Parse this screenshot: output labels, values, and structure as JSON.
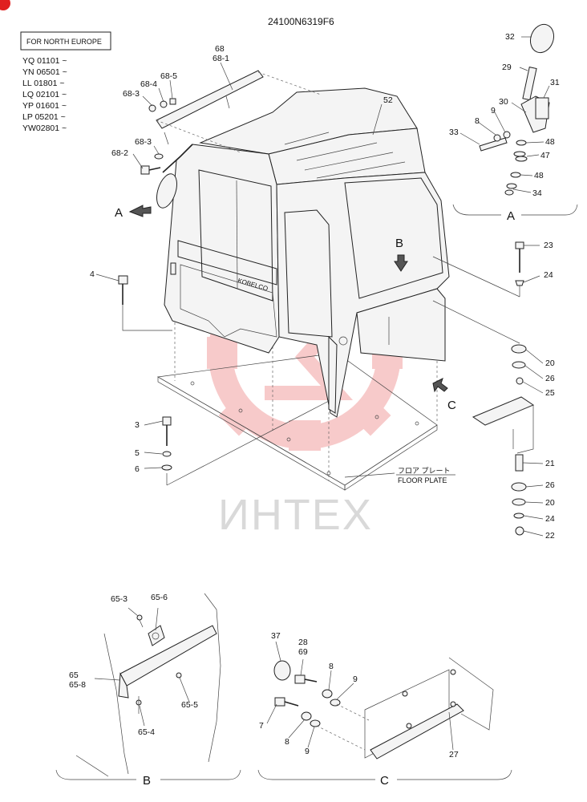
{
  "drawing_number": "24100N6319F6",
  "region_box": "FOR NORTH EUROPE",
  "serial_numbers": [
    "YQ 01101 ~",
    "YN 06501 ~",
    "LL 01801 ~",
    "LQ 02101 ~",
    "YP 01601 ~",
    "LP 05201 ~",
    "YW02801 ~"
  ],
  "cab_brand": "KOBELCO",
  "watermark_text": "ИНТЕХ",
  "floor_plate_jp": "フロア プレート",
  "floor_plate_en": "FLOOR PLATE",
  "view_arrows": {
    "a": "A",
    "b": "B",
    "c": "C"
  },
  "view_titles": {
    "a": "A",
    "b": "B",
    "c": "C"
  },
  "callouts": {
    "p68": "68",
    "p68_1": "68-1",
    "p68_5": "68-5",
    "p68_4": "68-4",
    "p68_3a": "68-3",
    "p68_3b": "68-3",
    "p68_2": "68-2",
    "p52": "52",
    "p4": "4",
    "p3": "3",
    "p5": "5",
    "p6": "6",
    "p23": "23",
    "p24a": "24",
    "p20a": "20",
    "p26a": "26",
    "p25": "25",
    "p21": "21",
    "p26b": "26",
    "p20b": "20",
    "p24b": "24",
    "p22": "22",
    "p32": "32",
    "p29": "29",
    "p31": "31",
    "p30": "30",
    "p9a": "9",
    "p8a": "8",
    "p33": "33",
    "p48a": "48",
    "p47": "47",
    "p48b": "48",
    "p34": "34",
    "p65_3": "65-3",
    "p65_6": "65-6",
    "p65": "65",
    "p65_8": "65-8",
    "p65_5": "65-5",
    "p65_4": "65-4",
    "p37": "37",
    "p28": "28",
    "p69": "69",
    "p8b": "8",
    "p9b": "9",
    "p7": "7",
    "p8c": "8",
    "p9c": "9",
    "p27": "27"
  },
  "colors": {
    "line": "#222222",
    "watermark": "#f2a0a0",
    "logo_red": "#e02020"
  }
}
